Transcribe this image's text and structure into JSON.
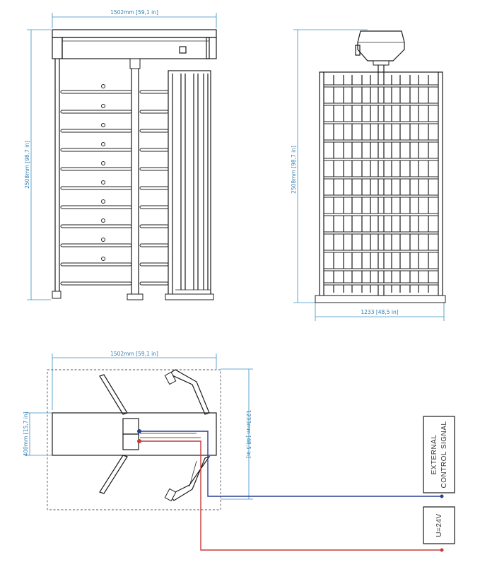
{
  "front_view": {
    "width_label": "1502mm [59,1 in]",
    "height_label": "2508mm [98,7 in]"
  },
  "side_view": {
    "height_label": "2508mm [98,7 in]",
    "depth_label": "1233 [48,5 in]"
  },
  "top_view": {
    "width_label": "1502mm [59,1 in]",
    "beam_label": "400mm [15,7 in]",
    "depth_label": "1233mm [48,5 in]"
  },
  "connections": {
    "signal_box_label_line1": "EXTERNAL",
    "signal_box_label_line2": "CONTROL SIGNAL",
    "power_box_label": "U=24V",
    "signal_color": "#2b3f8f",
    "power_color": "#c73a3a"
  }
}
